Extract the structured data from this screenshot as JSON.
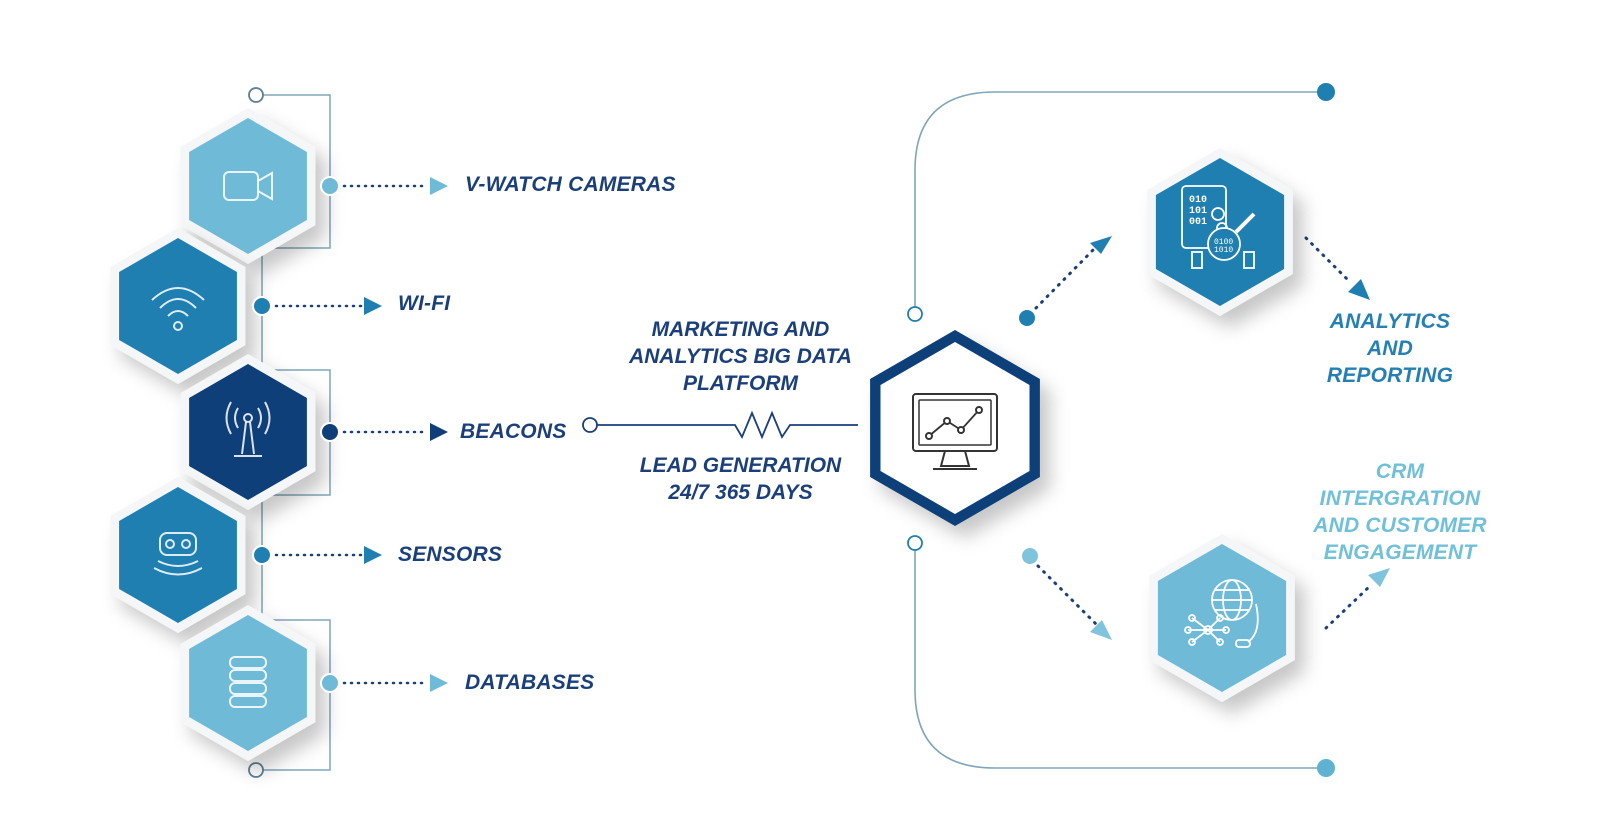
{
  "diagram": {
    "colors": {
      "dark_navy": "#0f3f78",
      "medium_blue": "#1f7fb0",
      "light_blue": "#6fbad6",
      "text_dark": "#1b3f7a",
      "text_mid": "#2480b4",
      "text_light": "#6fc0d8",
      "line": "#7fa6b8"
    },
    "sources": [
      {
        "label": "V-WATCH CAMERAS",
        "icon": "video-camera-icon",
        "tone": "light"
      },
      {
        "label": "WI-FI",
        "icon": "wifi-icon",
        "tone": "medium"
      },
      {
        "label": "BEACONS",
        "icon": "antenna-icon",
        "tone": "dark"
      },
      {
        "label": "SENSORS",
        "icon": "robot-sensor-icon",
        "tone": "medium"
      },
      {
        "label": "DATABASES",
        "icon": "database-icon",
        "tone": "light"
      }
    ],
    "platform": {
      "title_lines": [
        "MARKETING AND",
        "ANALYTICS BIG DATA",
        "PLATFORM"
      ],
      "subtitle_lines": [
        "LEAD GENERATION",
        "24/7 365 DAYS"
      ],
      "icon": "monitor-chart-icon"
    },
    "outputs": [
      {
        "label_lines": [
          "ANALYTICS",
          "AND",
          "REPORTING"
        ],
        "icon": "binary-data-analysis-icon",
        "tone": "medium"
      },
      {
        "label_lines": [
          "CRM",
          "INTERGRATION",
          "AND CUSTOMER",
          "ENGAGEMENT"
        ],
        "icon": "globe-network-support-icon",
        "tone": "light"
      }
    ]
  }
}
